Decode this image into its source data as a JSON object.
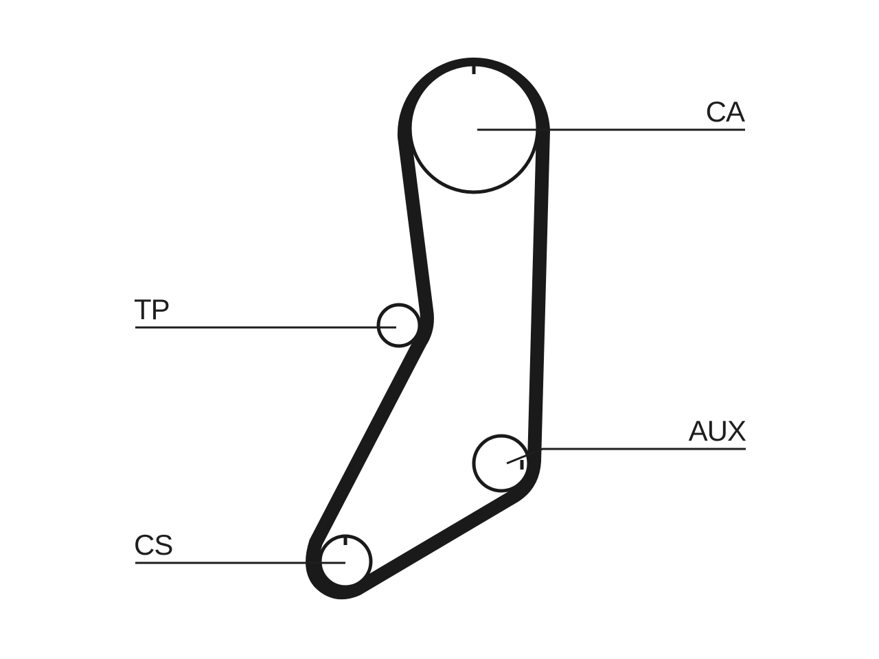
{
  "diagram": {
    "labels": {
      "ca": "CA",
      "tp": "TP",
      "aux": "AUX",
      "cs": "CS"
    },
    "colors": {
      "belt": "#1a1a1a",
      "text": "#1e1e1e",
      "background": "#ffffff"
    }
  }
}
